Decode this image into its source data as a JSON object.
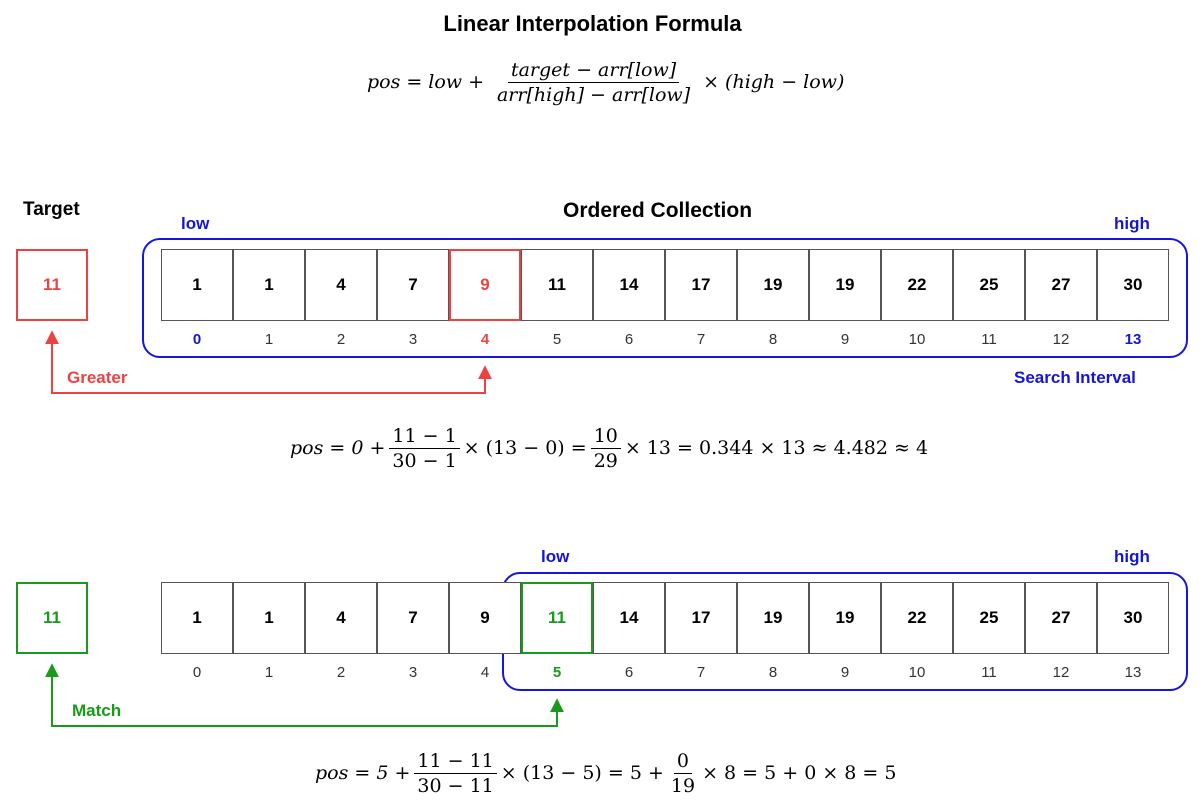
{
  "title": "Linear Interpolation Formula",
  "formula": {
    "lhs": "pos",
    "eq": "=",
    "low": "low",
    "plus": "+",
    "num": "target − arr[low]",
    "den": "arr[high] − arr[low]",
    "times": "×",
    "range": "(high − low)"
  },
  "colors": {
    "blue": "#1515d8",
    "red": "#ee4242",
    "green": "#1a9a1a",
    "cell_border": "#555555"
  },
  "target_heading": "Target",
  "collection_heading": "Ordered Collection",
  "values": [
    "1",
    "1",
    "4",
    "7",
    "9",
    "11",
    "14",
    "17",
    "19",
    "19",
    "22",
    "25",
    "27",
    "30"
  ],
  "indices": [
    "0",
    "1",
    "2",
    "3",
    "4",
    "5",
    "6",
    "7",
    "8",
    "9",
    "10",
    "11",
    "12",
    "13"
  ],
  "step1": {
    "target": "11",
    "low_label": "low",
    "high_label": "high",
    "interval_label": "Search Interval",
    "probe_index": 4,
    "low_index": 0,
    "high_index": 13,
    "result_label": "Greater",
    "equation": {
      "pre": "pos = 0 +",
      "num1": "11 − 1",
      "den1": "30 − 1",
      "mid": "× (13 − 0) =",
      "num2": "10",
      "den2": "29",
      "post": "× 13 = 0.344 × 13 ≈ 4.482 ≈ 4"
    }
  },
  "step2": {
    "target": "11",
    "low_label": "low",
    "high_label": "high",
    "probe_index": 5,
    "low_index": 5,
    "high_index": 13,
    "result_label": "Match",
    "equation": {
      "pre": "pos = 5 +",
      "num1": "11 − 11",
      "den1": "30 − 11",
      "mid": "× (13 − 5) = 5 +",
      "num2": "0",
      "den2": "19",
      "post": "× 8 = 5 + 0 × 8 = 5"
    }
  }
}
